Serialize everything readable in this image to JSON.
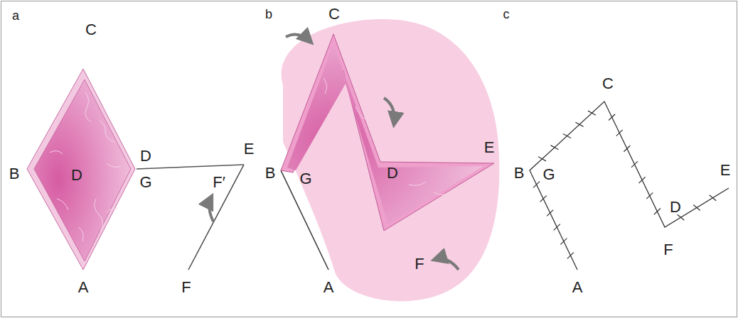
{
  "diagram": {
    "labels": [
      "a",
      "C",
      "B",
      "D",
      "D",
      "G",
      "E",
      "F′",
      "A",
      "F",
      "b",
      "C",
      "B",
      "G",
      "D",
      "E",
      "F",
      "A",
      "c",
      "C",
      "E",
      "B",
      "G",
      "D",
      "F",
      "A"
    ]
  }
}
